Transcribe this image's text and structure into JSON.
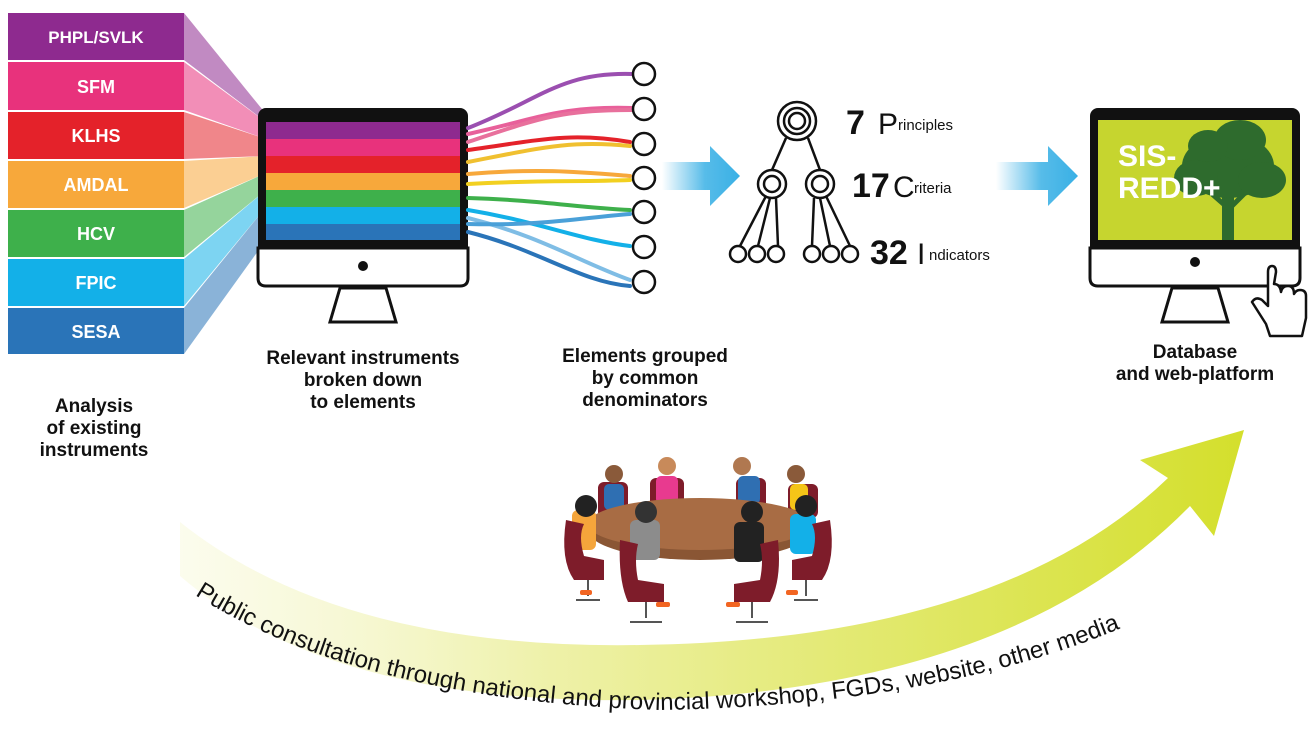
{
  "instruments": {
    "items": [
      {
        "label": "PHPL/SVLK",
        "color": "#8e2a8f"
      },
      {
        "label": "SFM",
        "color": "#e8327c"
      },
      {
        "label": "KLHS",
        "color": "#e4222a"
      },
      {
        "label": "AMDAL",
        "color": "#f7a83b"
      },
      {
        "label": "HCV",
        "color": "#3eb04b"
      },
      {
        "label": "FPIC",
        "color": "#13b0e8"
      },
      {
        "label": "SESA",
        "color": "#2a74b8"
      }
    ],
    "caption": [
      "Analysis",
      "of existing",
      "instruments"
    ]
  },
  "breakdown": {
    "caption": [
      "Relevant instruments",
      "broken down",
      "to elements"
    ]
  },
  "grouped": {
    "caption": [
      "Elements grouped",
      "by common",
      "denominators"
    ]
  },
  "hierarchy": {
    "principles": {
      "number": "7",
      "initial": "P",
      "rest": "rinciples"
    },
    "criteria": {
      "number": "17",
      "initial": "C",
      "rest": "riteria"
    },
    "indicators": {
      "number": "32",
      "initial": "I",
      "rest": "ndicators"
    }
  },
  "platform": {
    "screen_line1": "SIS-",
    "screen_line2": "REDD+",
    "caption": [
      "Database",
      "and web-platform"
    ]
  },
  "consultation": {
    "text": "Public consultation through national and provincial workshop, FGDs, website, other media"
  },
  "colors": {
    "arrow_blue": "#39b0e5",
    "screen_green": "#c6d52f",
    "tree_green": "#2e6b2d",
    "big_arrow": "#d7e23a",
    "monitor_black": "#111111",
    "table_brown": "#8a5634",
    "chair_red": "#7e1c2a"
  }
}
